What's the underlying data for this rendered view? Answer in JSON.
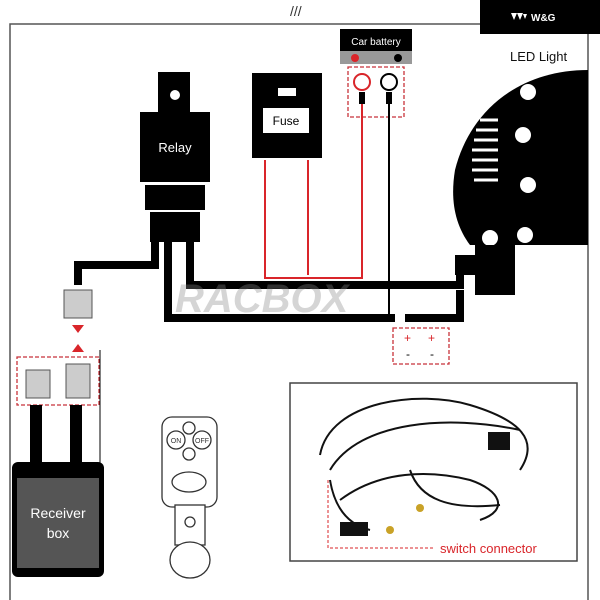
{
  "header": {
    "slashes": "///",
    "brand": "W&G",
    "brand_icon": "triangles-logo-icon"
  },
  "labels": {
    "car_battery": "Car battery",
    "led_light": "LED Light",
    "relay": "Relay",
    "fuse": "Fuse",
    "receiver_line1": "Receiver",
    "receiver_line2": "box",
    "switch_connector": "switch connector",
    "watermark": "RACBOX",
    "plus": "+",
    "minus": "-",
    "remote_on": "ON",
    "remote_off": "OFF"
  },
  "colors": {
    "wire_red": "#d9252a",
    "wire_black": "#000000",
    "dashed": "#c8323a",
    "brand_bg": "#000000"
  }
}
